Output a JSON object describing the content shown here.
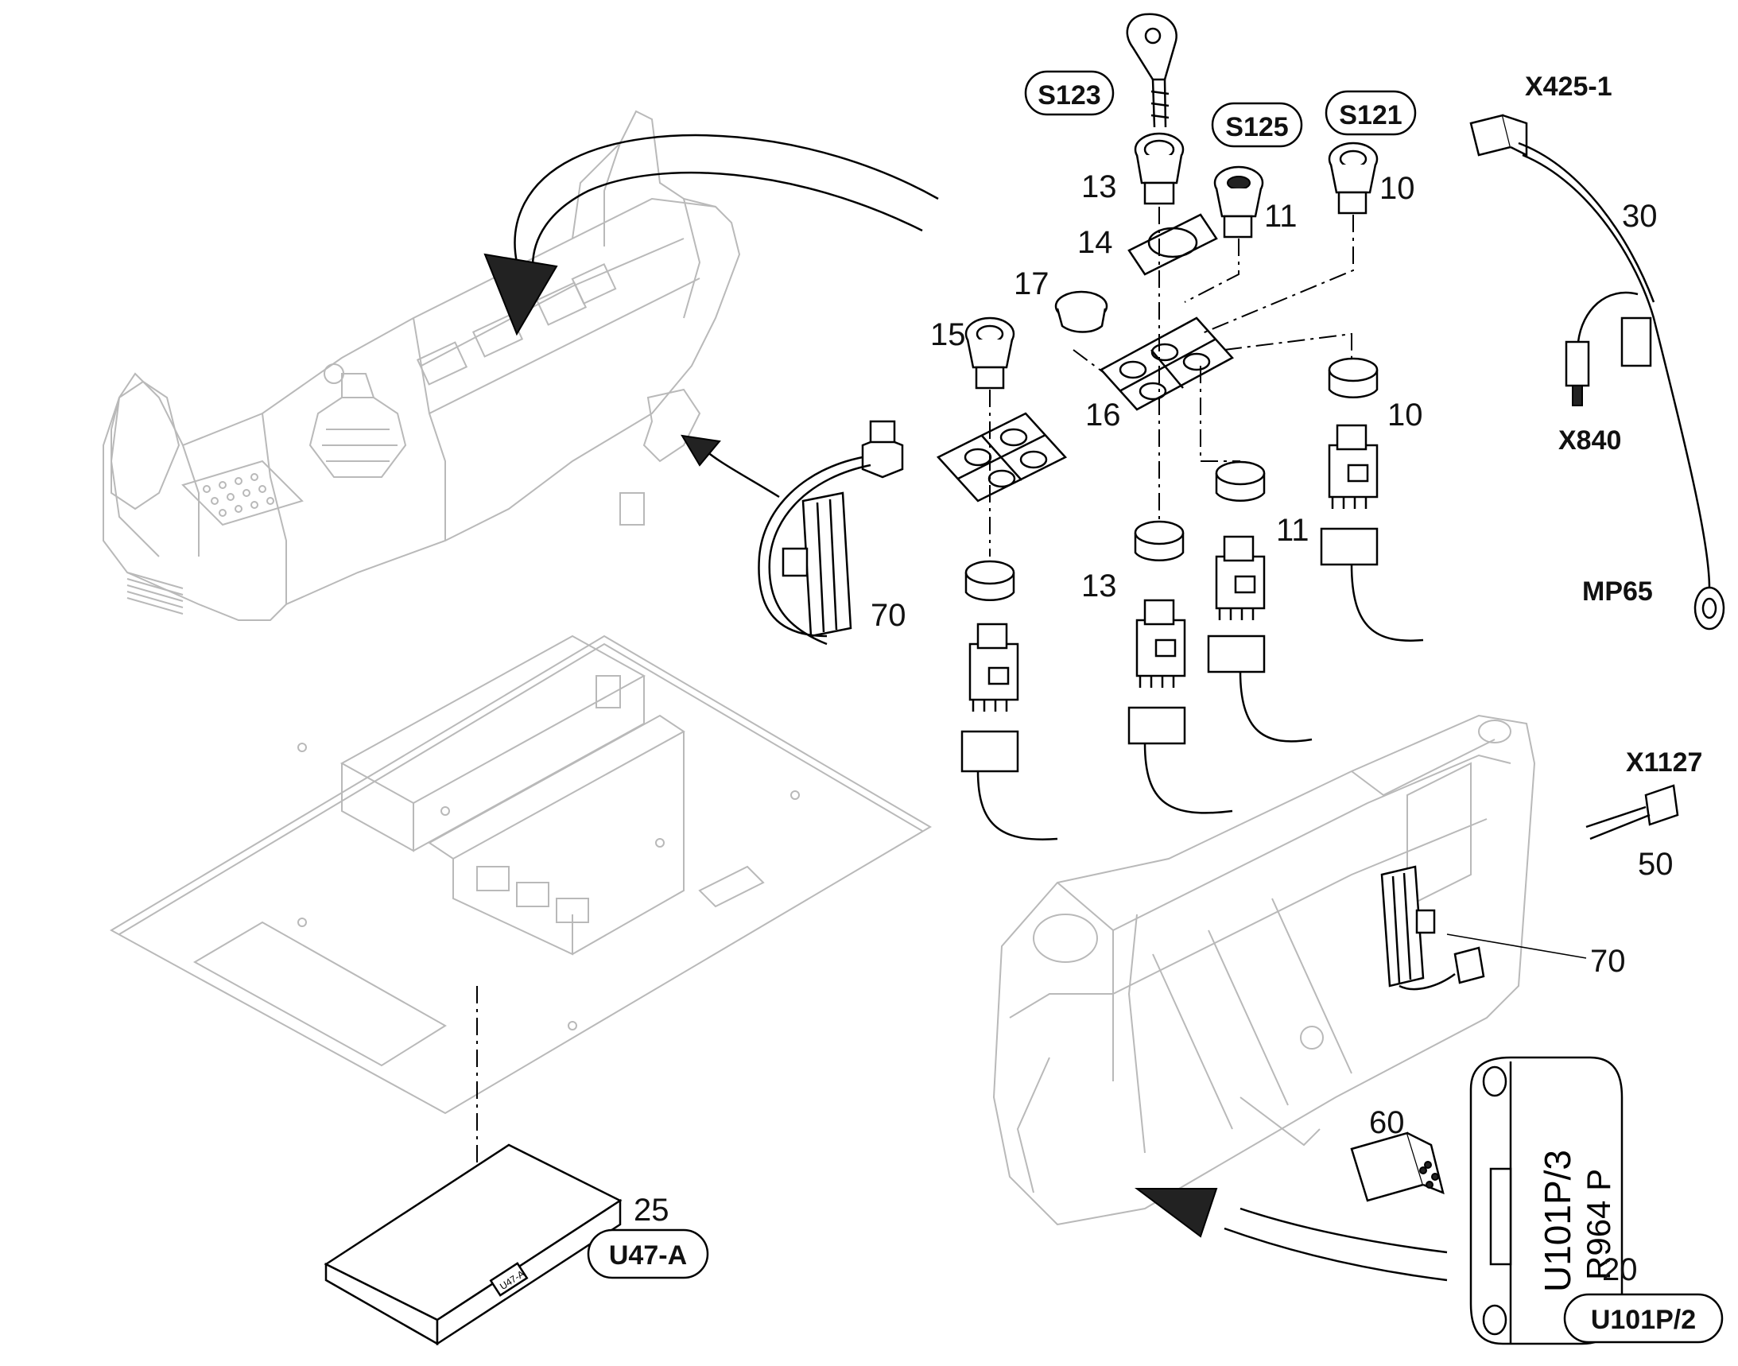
{
  "callouts": {
    "s123": "S123",
    "s125": "S125",
    "s121": "S121",
    "x425_1": "X425-1",
    "x840": "X840",
    "mp65": "MP65",
    "x1127": "X1127",
    "u47_a": "U47-A",
    "u101p_2": "U101P/2"
  },
  "numbers": {
    "n13_top": "13",
    "n11_top": "11",
    "n10_top": "10",
    "n14": "14",
    "n17": "17",
    "n15": "15",
    "n16": "16",
    "n10_mid": "10",
    "n11_mid": "11",
    "n13_mid": "13",
    "n70_left": "70",
    "n30": "30",
    "n50": "50",
    "n70_right": "70",
    "n60": "60",
    "n25": "25",
    "n20": "20"
  },
  "markings": {
    "module_line1": "U101P/3",
    "module_line2": "R964 P",
    "ecu_label": "U47-A"
  }
}
